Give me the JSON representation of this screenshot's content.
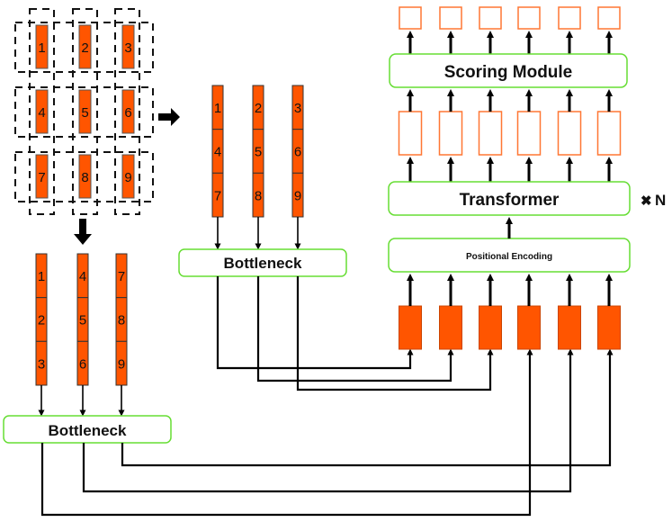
{
  "patch_grid": {
    "labels": [
      "1",
      "2",
      "3",
      "4",
      "5",
      "6",
      "7",
      "8",
      "9"
    ]
  },
  "row_sequences": [
    [
      "1",
      "2",
      "3"
    ],
    [
      "4",
      "5",
      "6"
    ],
    [
      "7",
      "8",
      "9"
    ]
  ],
  "column_sequences": [
    [
      "1",
      "4",
      "7"
    ],
    [
      "2",
      "5",
      "8"
    ],
    [
      "3",
      "6",
      "9"
    ]
  ],
  "modules": {
    "bottleneck_top": "Bottleneck",
    "bottleneck_bottom": "Bottleneck",
    "positional_encoding": "Positional Encoding",
    "transformer": "Transformer",
    "repeat_label": "N",
    "scoring_module": "Scoring Module"
  },
  "tokens": {
    "count": 6
  },
  "colors": {
    "patch_fill": "#ff5500",
    "module_border": "#66dd33",
    "output_border": "#ff7733",
    "arrow": "#000000"
  }
}
